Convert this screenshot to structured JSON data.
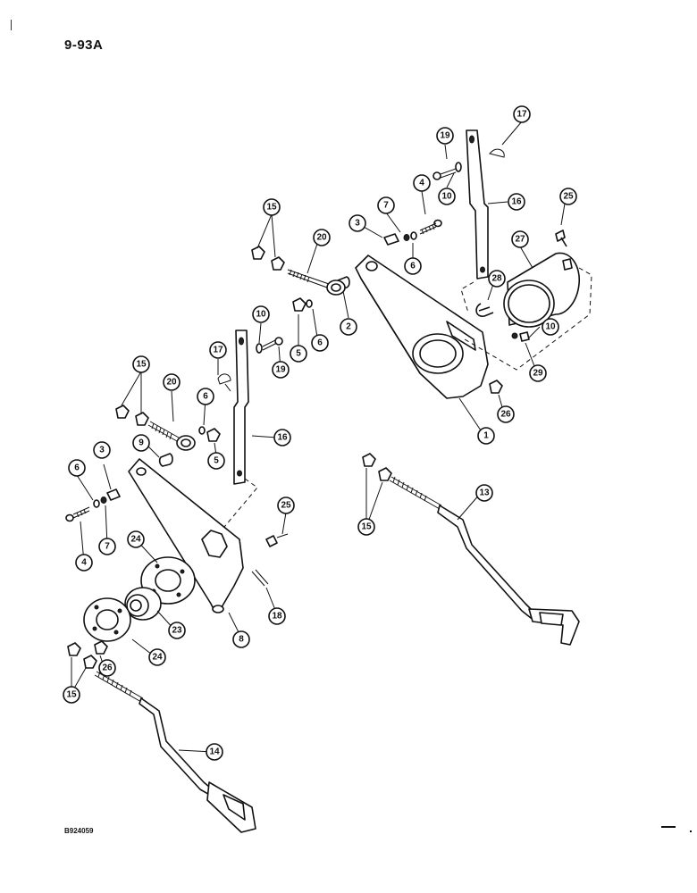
{
  "header": {
    "page_code": "9-93A"
  },
  "footer": {
    "figure_code": "B924059"
  },
  "callouts": {
    "c1": "1",
    "c2": "2",
    "c3a": "3",
    "c3b": "3",
    "c4a": "4",
    "c4b": "4",
    "c5a": "5",
    "c5b": "5",
    "c6a": "6",
    "c6b": "6",
    "c6c": "6",
    "c6d": "6",
    "c7a": "7",
    "c7b": "7",
    "c8": "8",
    "c9": "9",
    "c10a": "10",
    "c10b": "10",
    "c10c": "10",
    "c13": "13",
    "c14": "14",
    "c15a": "15",
    "c15b": "15",
    "c15c": "15",
    "c15d": "15",
    "c16a": "16",
    "c16b": "16",
    "c17a": "17",
    "c17b": "17",
    "c18": "18",
    "c19a": "19",
    "c19b": "19",
    "c20a": "20",
    "c20b": "20",
    "c23": "23",
    "c24a": "24",
    "c24b": "24",
    "c25a": "25",
    "c25b": "25",
    "c26a": "26",
    "c26b": "26",
    "c27": "27",
    "c28": "28",
    "c29": "29"
  }
}
